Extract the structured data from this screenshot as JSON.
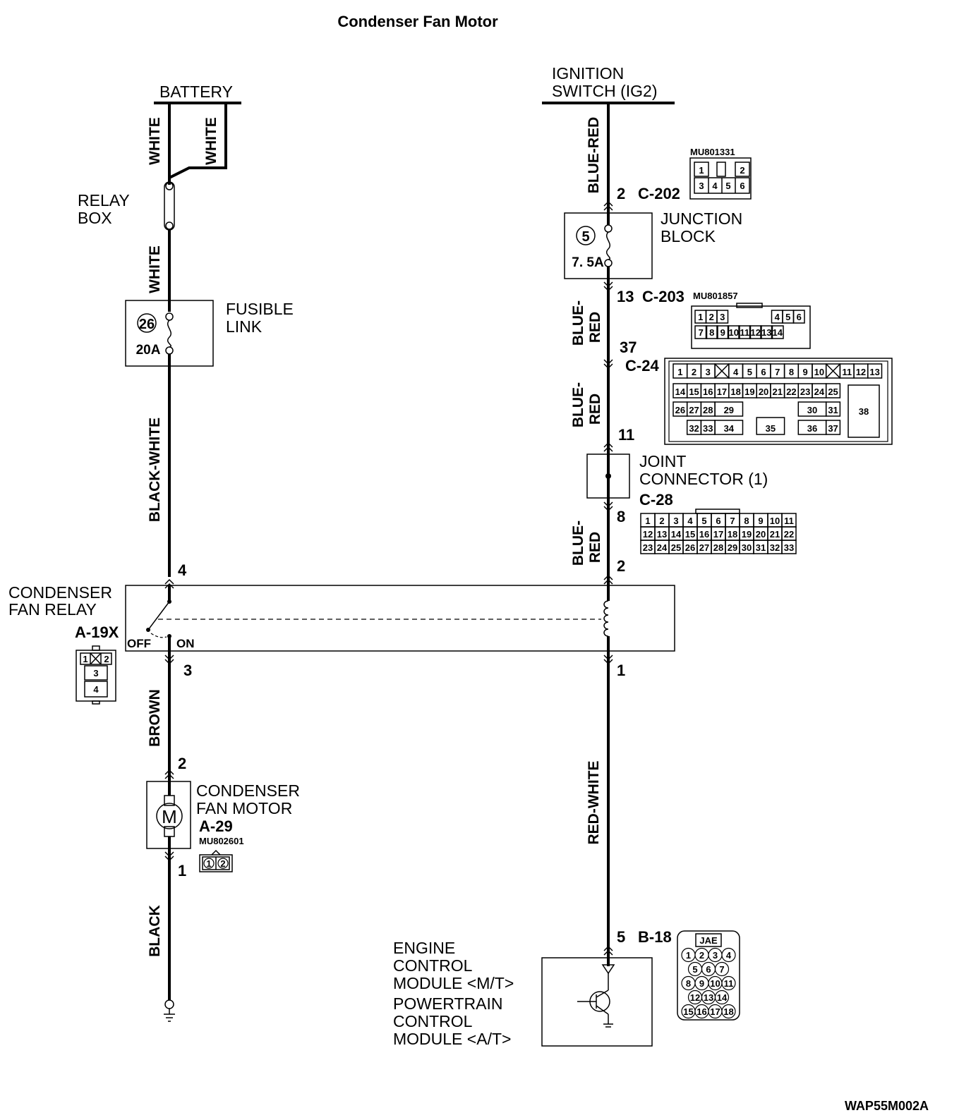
{
  "title": "Condenser Fan Motor",
  "power_sources": {
    "battery": "BATTERY",
    "ignition_switch": [
      "IGNITION",
      "SWITCH (IG2)"
    ]
  },
  "components": {
    "relay_box": [
      "RELAY",
      "BOX"
    ],
    "fusible_link": {
      "label": [
        "FUSIBLE",
        "LINK"
      ],
      "number": "26",
      "rating": "20A"
    },
    "junction_block": {
      "label": [
        "JUNCTION",
        "BLOCK"
      ],
      "number": "5",
      "rating": "7. 5A"
    },
    "joint_connector": [
      "JOINT",
      "CONNECTOR (1)"
    ],
    "condenser_fan_relay": {
      "label": [
        "CONDENSER",
        "FAN RELAY"
      ],
      "connector": "A-19X",
      "switch_off": "OFF",
      "switch_on": "ON"
    },
    "condenser_fan_motor": {
      "label": [
        "CONDENSER",
        "FAN MOTOR"
      ],
      "connector": "A-29",
      "part": "MU802601",
      "symbol": "M"
    },
    "ecm": [
      "ENGINE",
      "CONTROL",
      "MODULE <M/T>",
      "POWERTRAIN",
      "CONTROL",
      "MODULE <A/T>"
    ]
  },
  "wires": {
    "white_1": "WHITE",
    "white_2": "WHITE",
    "white_3": "WHITE",
    "black_white": "BLACK-WHITE",
    "brown": "BROWN",
    "black": "BLACK",
    "blue_red_1": "BLUE-RED",
    "blue_red_2": [
      "BLUE-",
      "RED"
    ],
    "blue_red_3": [
      "BLUE-",
      "RED"
    ],
    "blue_red_4": [
      "BLUE-",
      "RED"
    ],
    "red_white": "RED-WHITE"
  },
  "connectors": {
    "c202": {
      "pin": "2",
      "name": "C-202",
      "part": "MU801331",
      "cells": [
        "1",
        "2",
        "3",
        "4",
        "5",
        "6"
      ]
    },
    "c203": {
      "pin": "13",
      "name": "C-203",
      "part": "MU801857",
      "cells": [
        "1",
        "2",
        "3",
        "4",
        "5",
        "6",
        "7",
        "8",
        "9",
        "10",
        "11",
        "12",
        "13",
        "14"
      ]
    },
    "c24": {
      "pin": "37",
      "name": "C-24",
      "cells": [
        "1",
        "2",
        "3",
        "4",
        "5",
        "6",
        "7",
        "8",
        "9",
        "10",
        "11",
        "12",
        "13",
        "14",
        "15",
        "16",
        "17",
        "18",
        "19",
        "20",
        "21",
        "22",
        "23",
        "24",
        "25",
        "26",
        "27",
        "28",
        "29",
        "30",
        "31",
        "32",
        "33",
        "34",
        "35",
        "36",
        "37",
        "38"
      ]
    },
    "c28": {
      "pin_in": "11",
      "pin_out": "8",
      "name": "C-28",
      "cells": [
        "1",
        "2",
        "3",
        "4",
        "5",
        "6",
        "7",
        "8",
        "9",
        "10",
        "11",
        "12",
        "13",
        "14",
        "15",
        "16",
        "17",
        "18",
        "19",
        "20",
        "21",
        "22",
        "23",
        "24",
        "25",
        "26",
        "27",
        "28",
        "29",
        "30",
        "31",
        "32",
        "33"
      ]
    },
    "b18": {
      "pin": "5",
      "name": "B-18",
      "brand": "JAE",
      "cells": [
        "1",
        "2",
        "3",
        "4",
        "5",
        "6",
        "7",
        "8",
        "9",
        "10",
        "11",
        "12",
        "13",
        "14",
        "15",
        "16",
        "17",
        "18"
      ]
    },
    "a19x_cells": [
      "1",
      "2",
      "3",
      "4"
    ],
    "a29_cells": [
      "1",
      "2"
    ]
  },
  "pins": {
    "relay_4": "4",
    "relay_3": "3",
    "relay_2": "2",
    "relay_1": "1",
    "motor_2": "2",
    "motor_1": "1"
  },
  "figure_code": "WAP55M002A"
}
